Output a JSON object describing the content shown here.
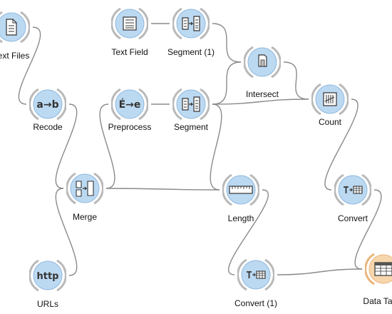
{
  "canvas": {
    "background": "#ffffff"
  },
  "colors": {
    "node_fill": "#bcd9f2",
    "node_rim": "#8fb8dd",
    "arc": "#b9b9b9",
    "link": "#8a8a8a",
    "output_node_fill": "#f7d6ad",
    "output_node_rim": "#e8b57a"
  },
  "nodes": [
    {
      "id": "text_files",
      "label": "Text Files",
      "icon": "document-icon"
    },
    {
      "id": "text_field",
      "label": "Text Field",
      "icon": "text-lines-icon"
    },
    {
      "id": "segment1",
      "label": "Segment (1)",
      "icon": "segment-icon"
    },
    {
      "id": "intersect",
      "label": "Intersect",
      "icon": "intersect-icon"
    },
    {
      "id": "recode",
      "label": "Recode",
      "icon": "recode-icon",
      "icon_text": "a→b"
    },
    {
      "id": "preprocess",
      "label": "Preprocess",
      "icon": "preprocess-icon",
      "icon_text": "É→e"
    },
    {
      "id": "segment",
      "label": "Segment",
      "icon": "segment-icon"
    },
    {
      "id": "count",
      "label": "Count",
      "icon": "tally-icon"
    },
    {
      "id": "merge",
      "label": "Merge",
      "icon": "merge-icon"
    },
    {
      "id": "length",
      "label": "Length",
      "icon": "ruler-icon"
    },
    {
      "id": "convert",
      "label": "Convert",
      "icon": "convert-icon"
    },
    {
      "id": "urls",
      "label": "URLs",
      "icon": "url-icon",
      "icon_text": "http"
    },
    {
      "id": "convert1",
      "label": "Convert (1)",
      "icon": "convert-icon"
    },
    {
      "id": "data_table",
      "label": "Data Table",
      "icon": "table-icon"
    }
  ],
  "links": [
    {
      "from": "text_files",
      "to": "recode"
    },
    {
      "from": "text_field",
      "to": "segment1"
    },
    {
      "from": "segment1",
      "to": "intersect"
    },
    {
      "from": "intersect",
      "to": "count"
    },
    {
      "from": "segment",
      "to": "intersect"
    },
    {
      "from": "segment",
      "to": "count"
    },
    {
      "from": "recode",
      "to": "merge"
    },
    {
      "from": "preprocess",
      "to": "segment"
    },
    {
      "from": "merge",
      "to": "preprocess"
    },
    {
      "from": "merge",
      "to": "length"
    },
    {
      "from": "segment",
      "to": "length"
    },
    {
      "from": "urls",
      "to": "merge"
    },
    {
      "from": "count",
      "to": "convert"
    },
    {
      "from": "convert",
      "to": "data_table"
    },
    {
      "from": "length",
      "to": "convert1"
    },
    {
      "from": "convert1",
      "to": "data_table"
    }
  ]
}
